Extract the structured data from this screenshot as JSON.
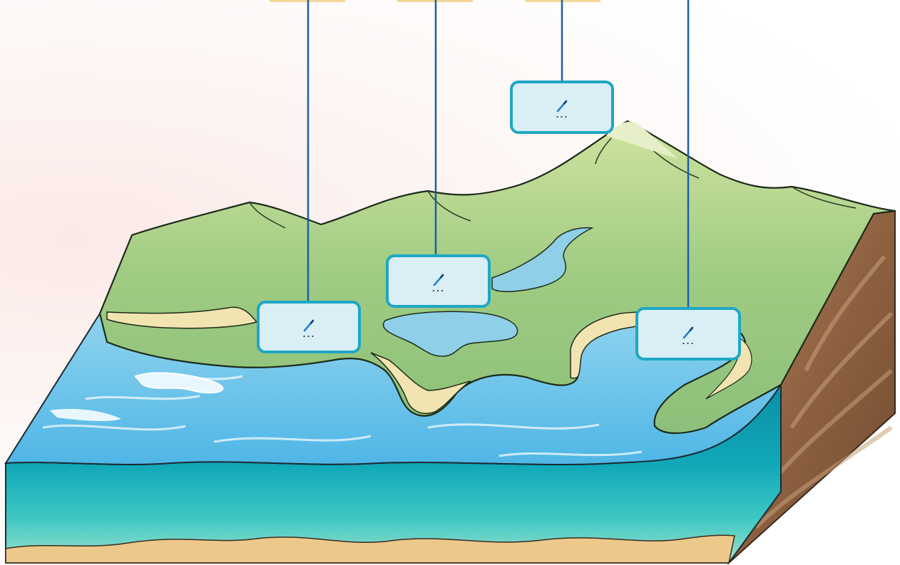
{
  "labels": [
    {
      "id": "label-1",
      "placeholder_icon": "pen-icon",
      "text": "..."
    },
    {
      "id": "label-2",
      "placeholder_icon": "pen-icon",
      "text": "..."
    },
    {
      "id": "label-3",
      "placeholder_icon": "pen-icon",
      "text": "..."
    },
    {
      "id": "label-4",
      "placeholder_icon": "pen-icon",
      "text": "..."
    },
    {
      "id": "label-5",
      "placeholder_icon": "pen-icon",
      "text": "..."
    }
  ],
  "colors": {
    "leader_line": "#1c5fa6",
    "box_border": "#1fa7c4",
    "box_fill": "#d9eef5",
    "tab_fill": "#f4d79a"
  }
}
